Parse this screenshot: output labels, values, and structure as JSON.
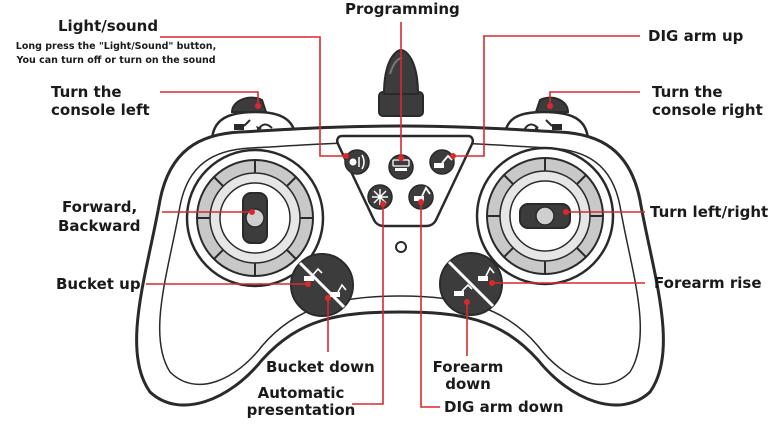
{
  "colors": {
    "leader_line": "#d9292e",
    "pad_outline": "#2a2a2a",
    "pad_fill": "#ffffff",
    "ring_fill": "#c8c8c8",
    "button_fill": "#3c3c3c",
    "button_light": "#dcdcdc"
  },
  "labels": {
    "light_sound": "Light/sound",
    "light_sound_note_1": "Long press the \"Light/Sound\" button,",
    "light_sound_note_2": "You can turn off or turn on the sound",
    "programming": "Programming",
    "dig_arm_up": "DIG arm up",
    "turn_console_left_1": "Turn the",
    "turn_console_left_2": "console left",
    "turn_console_right_1": "Turn the",
    "turn_console_right_2": "console right",
    "forward_backward_1": "Forward,",
    "forward_backward_2": "Backward",
    "turn_left_right": "Turn left/right",
    "bucket_up": "Bucket up",
    "forearm_rise": "Forearm rise",
    "bucket_down": "Bucket down",
    "forearm_down_1": "Forearm",
    "forearm_down_2": "down",
    "automatic_presentation_1": "Automatic",
    "automatic_presentation_2": "presentation",
    "dig_arm_down": "DIG arm down"
  },
  "icons": {
    "light_sound_button": "light-sound-icon",
    "programming_button": "programming-icon",
    "dig_arm_up_button": "excavator-arm-up-icon",
    "automatic_presentation_button": "sparkle-icon",
    "dig_arm_down_button": "excavator-arm-down-icon",
    "console_left_shoulder": "excavator-rotate-left-icon",
    "console_right_shoulder": "excavator-rotate-right-icon"
  }
}
